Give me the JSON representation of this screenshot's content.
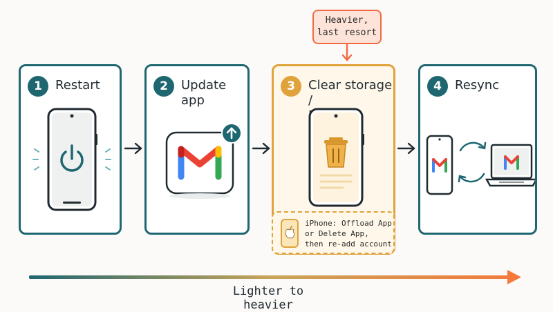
{
  "steps": [
    {
      "number": "1",
      "title": "Restart"
    },
    {
      "number": "2",
      "title": "Update app"
    },
    {
      "number": "3",
      "title_line1": "Clear storage /",
      "title_line2": "Re-add account"
    },
    {
      "number": "4",
      "title": "Resync"
    }
  ],
  "callout": {
    "line1": "Heavier,",
    "line2": "last resort"
  },
  "note": {
    "line1": "iPhone: Offload App",
    "line2": "or Delete App,",
    "line3": "then re-add account"
  },
  "scale": {
    "label": "Lighter to heavier",
    "start_color": "#1e6670",
    "end_color": "#f47a3b"
  },
  "colors": {
    "teal": "#1e6670",
    "amber": "#e0a23a",
    "coral": "#f06b45"
  },
  "icons": [
    "power-icon",
    "gmail-icon",
    "update-arrow-icon",
    "trash-icon",
    "apple-icon",
    "sync-icon",
    "laptop-icon",
    "phone-icon"
  ]
}
